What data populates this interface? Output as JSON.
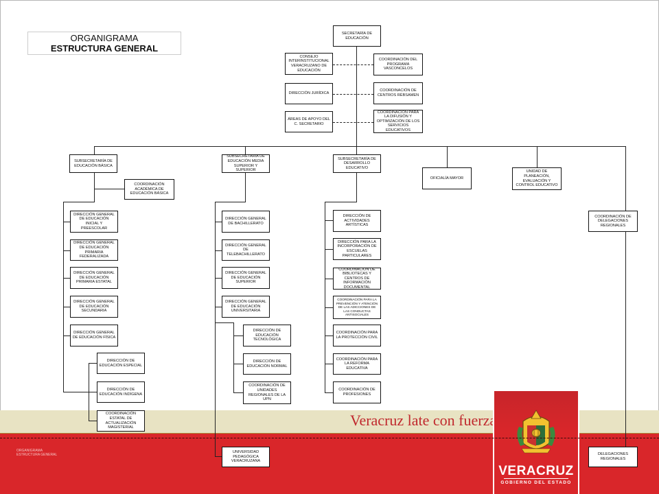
{
  "header": {
    "line1": "ORGANIGRAMA",
    "line2": "ESTRUCTURA GENERAL"
  },
  "top": {
    "secretaria": "SECRETARÍA DE EDUCACIÓN"
  },
  "staff_left": [
    "CONSEJO INTERINSTITUCIONAL VERACRUZANO DE EDUCACIÓN",
    "DIRECCIÓN JURÍDICA",
    "ÁREAS DE APOYO DEL C. SECRETARIO"
  ],
  "staff_right": [
    "COORDINACIÓN DEL PROGRAMA VASCONCELOS",
    "COORDINACIÓN DE CENTROS RÉBSAMEN",
    "COORDINACIÓN PARA LA DIFUSIÓN Y OPTIMIZACIÓN DE LOS SERVICIOS EDUCATIVOS"
  ],
  "subsecretarias": {
    "basica": {
      "title": "SUBSECRETARÍA DE EDUCACIÓN BÁSICA",
      "coordinacion": "COORDINACIÓN ACADÉMICA DE EDUCACIÓN BÁSICA",
      "direcciones": [
        "DIRECCIÓN GENERAL DE EDUCACIÓN INICIAL Y PREESCOLAR",
        "DIRECCIÓN GENERAL DE EDUCACIÓN PRIMARIA FEDERALIZADA",
        "DIRECCIÓN GENERAL DE EDUCACIÓN PRIMARIA ESTATAL",
        "DIRECCIÓN GENERAL DE EDUCACIÓN SECUNDARIA",
        "DIRECCIÓN GENERAL DE EDUCACIÓN FÍSICA"
      ],
      "sub_direcciones": [
        "DIRECCIÓN DE EDUCACIÓN ESPECIAL",
        "DIRECCIÓN DE EDUCACIÓN INDÍGENA",
        "COORDINACIÓN ESTATAL DE ACTUALIZACIÓN MAGISTERIAL"
      ]
    },
    "media": {
      "title": "SUBSECRETARÍA DE EDUCACIÓN MEDIA SUPERIOR Y SUPERIOR",
      "direcciones": [
        "DIRECCIÓN GENERAL DE BACHILLERATO",
        "DIRECCIÓN GENERAL DE TELEBACHILLERATO",
        "DIRECCIÓN GENERAL DE EDUCACIÓN SUPERIOR",
        "DIRECCIÓN GENERAL DE EDUCACIÓN UNIVERSITARIA"
      ],
      "sub_direcciones": [
        "DIRECCIÓN DE EDUCACIÓN TECNOLÓGICA",
        "DIRECCIÓN DE EDUCACIÓN NORMAL",
        "COORDINACIÓN DE UNIDADES REGIONALES DE LA UPN"
      ],
      "upv": "UNIVERSIDAD PEDAGÓGICA VERACRUZANA"
    },
    "desarrollo": {
      "title": "SUBSECRETARÍA DE DESARROLLO EDUCATIVO",
      "items": [
        "DIRECCIÓN DE ACTIVIDADES ARTÍSTICAS",
        "DIRECCIÓN PARA LA INCORPORACIÓN DE ESCUELAS PARTICULARES",
        "COORDINACIÓN DE BIBLIOTECAS Y CENTROS DE INFORMACIÓN DOCUMENTAL",
        "COORDINACIÓN PARA LA PREVENCIÓN Y ATENCIÓN DE LAS ADICCIONES DE LAS CONDUCTAS ANTISOCIALES",
        "COORDINACIÓN PARA LA PROTECCIÓN CIVIL",
        "COORDINACIÓN PARA LA REFORMA EDUCATIVA",
        "COORDINACIÓN DE PROFESIONES"
      ]
    }
  },
  "oficialia": "OFICIALÍA MAYOR",
  "planeacion": "UNIDAD DE PLANEACIÓN, EVALUACIÓN Y CONTROL EDUCATIVO",
  "delegaciones": {
    "coordinacion": "COORDINACIÓN DE DELEGACIONES REGIONALES",
    "regionales": "DELEGACIONES REGIONALES"
  },
  "branding": {
    "slogan": "Veracruz late con fuerza",
    "logo_word": "VERACRUZ",
    "logo_sub": "GOBIERNO DEL ESTADO",
    "footnote": "ORGANIGRAMA ESTRUCTURA GENERAL",
    "brand_red": "#d9262a",
    "cream": "#e8e3c3"
  }
}
